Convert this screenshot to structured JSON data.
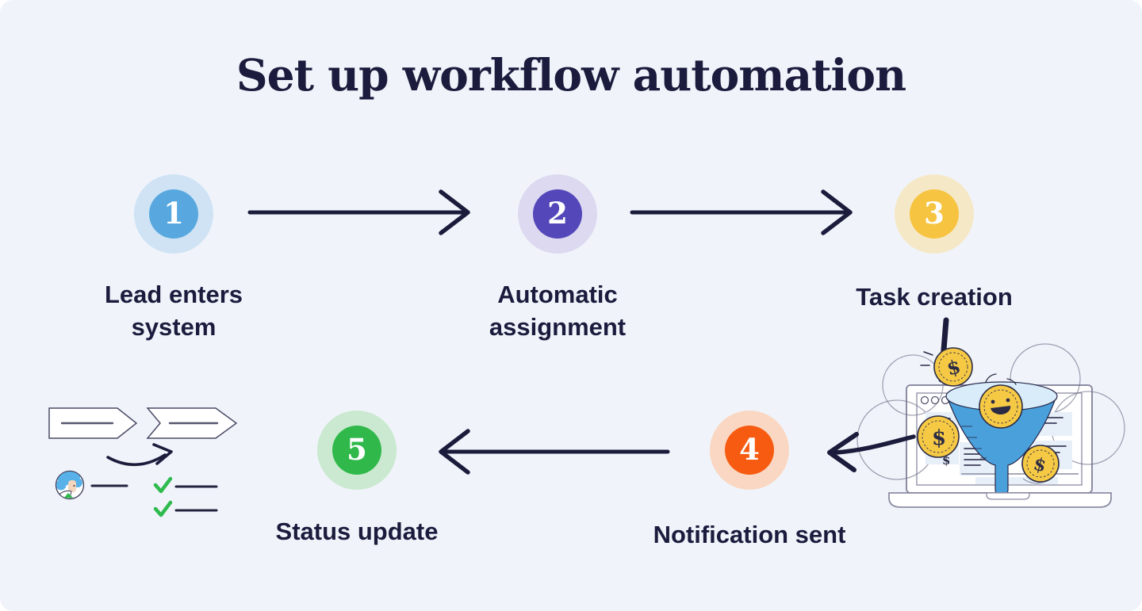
{
  "title": "Set up workflow automation",
  "steps": [
    {
      "number": "1",
      "label": "Lead enters system",
      "color": "#58a8df",
      "halo": "#cfe3f5"
    },
    {
      "number": "2",
      "label": "Automatic assignment",
      "color": "#5347ba",
      "halo": "#dcd9f0"
    },
    {
      "number": "3",
      "label": "Task creation",
      "color": "#f6c440",
      "halo": "#f5e8c7"
    },
    {
      "number": "4",
      "label": "Notification sent",
      "color": "#f65b11",
      "halo": "#fad7c2"
    },
    {
      "number": "5",
      "label": "Status update",
      "color": "#30b94a",
      "halo": "#cae9d0"
    }
  ],
  "colors": {
    "card_background": "#f0f4fa",
    "text": "#1b1c3d",
    "arrow": "#1b1c3c",
    "funnel_body": "#4aa0db",
    "funnel_mouth": "#d8ecf9",
    "coin_gold": "#f6c945",
    "check_green": "#2fba4e",
    "avatar_hair_blue": "#58b2e9"
  },
  "illustrations": {
    "checklist": {
      "name": "workflow-checklist-illustration"
    },
    "funnel": {
      "name": "sales-funnel-laptop-illustration",
      "coin_symbol": "$"
    }
  }
}
